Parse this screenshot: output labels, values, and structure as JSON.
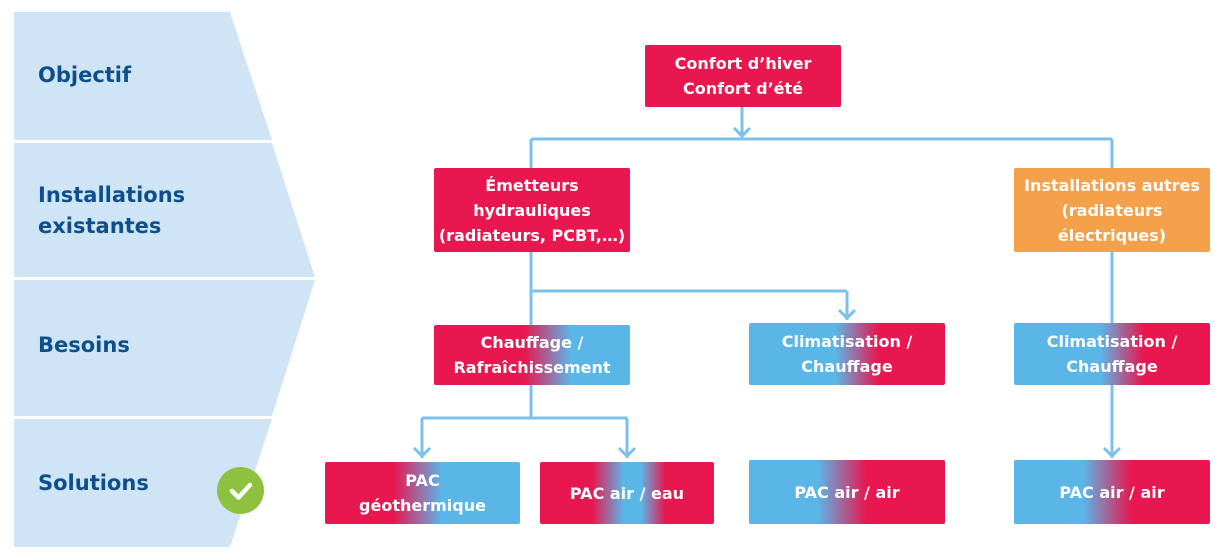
{
  "stages": [
    {
      "label": "Objectif"
    },
    {
      "label": "Installations\nexistantes"
    },
    {
      "label": "Besoins"
    },
    {
      "label": "Solutions"
    }
  ],
  "nodes": {
    "confort": "Confort d’hiver\nConfort d’été",
    "emetteurs": "Émetteurs\nhydrauliques\n(radiateurs, PCBT,…)",
    "installations_autres": "Installations autres\n(radiateurs\nélectriques)",
    "chauffage_rafraichissement": "Chauffage /\nRafraîchissement",
    "climatisation_chauffage_1": "Climatisation /\nChauffage",
    "climatisation_chauffage_2": "Climatisation /\nChauffage",
    "pac_geothermique": "PAC\ngéothermique",
    "pac_air_eau": "PAC air / eau",
    "pac_air_air_1": "PAC air / air",
    "pac_air_air_2": "PAC air / air"
  },
  "icons": {
    "solutions_check": "check-circle-icon"
  },
  "colors": {
    "stage_band": "#cfe5f6",
    "stage_text": "#0d4f8c",
    "pink": "#e8174f",
    "blue": "#5bb6e8",
    "orange": "#f5a04a",
    "connector": "#7cc0ec",
    "check": "#8dc13f"
  }
}
